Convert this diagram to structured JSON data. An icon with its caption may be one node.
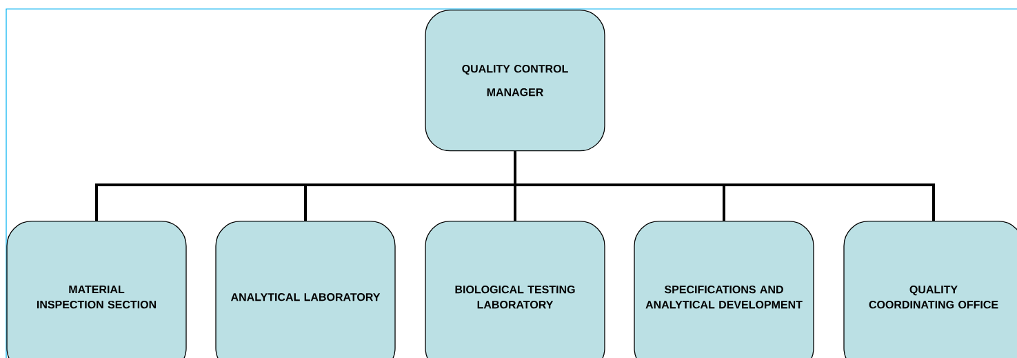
{
  "diagram": {
    "nodes": [
      {
        "text": [
          "QUALITY CONTROL MANAGER"
        ]
      },
      {
        "text": [
          "MATERIAL INSPECTION SECTION"
        ]
      },
      {
        "text": [
          "ANALYTICAL LABORATORY"
        ]
      },
      {
        "text": [
          "BIOLOGICAL TESTING LABORATORY"
        ]
      },
      {
        "text": [
          "SPECIFICATIONS AND ANALYTICAL DEVELOPMENT"
        ]
      },
      {
        "text": [
          "QUALITY COORDINATING OFFICE"
        ]
      }
    ],
    "edges": [
      {
        "from": 0,
        "to": 1,
        "arrow": "none"
      },
      {
        "from": 0,
        "to": 2,
        "arrow": "none"
      },
      {
        "from": 0,
        "to": 3,
        "arrow": "none"
      },
      {
        "from": 0,
        "to": 4,
        "arrow": "none"
      },
      {
        "from": 0,
        "to": 5,
        "arrow": "none"
      }
    ]
  }
}
